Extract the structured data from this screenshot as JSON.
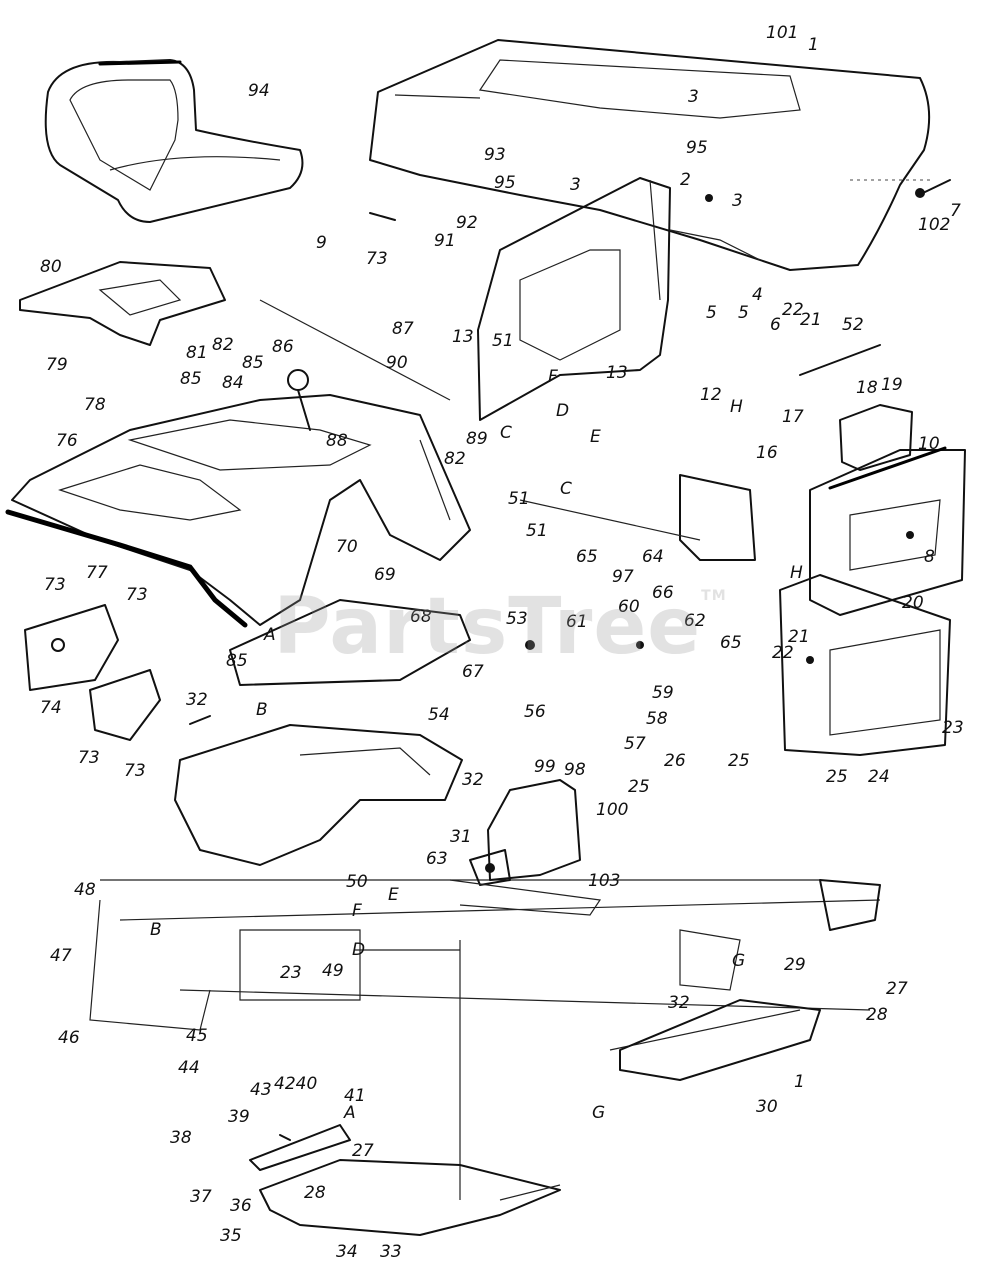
{
  "watermark": {
    "text": "PartsTree",
    "trademark": "TM"
  },
  "callouts": [
    {
      "name": "101",
      "label": "101"
    },
    {
      "name": "1",
      "label": "1"
    },
    {
      "name": "94",
      "label": "94"
    },
    {
      "name": "3a",
      "label": "3"
    },
    {
      "name": "93",
      "label": "93"
    },
    {
      "name": "95a",
      "label": "95"
    },
    {
      "name": "95b",
      "label": "95"
    },
    {
      "name": "3b",
      "label": "3"
    },
    {
      "name": "2",
      "label": "2"
    },
    {
      "name": "3c",
      "label": "3"
    },
    {
      "name": "7",
      "label": "7"
    },
    {
      "name": "102",
      "label": "102"
    },
    {
      "name": "9",
      "label": "9"
    },
    {
      "name": "92",
      "label": "92"
    },
    {
      "name": "91",
      "label": "91"
    },
    {
      "name": "80",
      "label": "80"
    },
    {
      "name": "73a",
      "label": "73"
    },
    {
      "name": "87",
      "label": "87"
    },
    {
      "name": "13a",
      "label": "13"
    },
    {
      "name": "51a",
      "label": "51"
    },
    {
      "name": "5a",
      "label": "5"
    },
    {
      "name": "5b",
      "label": "5"
    },
    {
      "name": "4",
      "label": "4"
    },
    {
      "name": "6",
      "label": "6"
    },
    {
      "name": "22a",
      "label": "22"
    },
    {
      "name": "21a",
      "label": "21"
    },
    {
      "name": "52",
      "label": "52"
    },
    {
      "name": "81",
      "label": "81"
    },
    {
      "name": "82a",
      "label": "82"
    },
    {
      "name": "86",
      "label": "86"
    },
    {
      "name": "79",
      "label": "79"
    },
    {
      "name": "85a",
      "label": "85"
    },
    {
      "name": "90",
      "label": "90"
    },
    {
      "name": "F1",
      "label": "F"
    },
    {
      "name": "13b",
      "label": "13"
    },
    {
      "name": "12",
      "label": "12"
    },
    {
      "name": "H1",
      "label": "H"
    },
    {
      "name": "18",
      "label": "18"
    },
    {
      "name": "19",
      "label": "19"
    },
    {
      "name": "85b",
      "label": "85"
    },
    {
      "name": "84",
      "label": "84"
    },
    {
      "name": "78",
      "label": "78"
    },
    {
      "name": "D1",
      "label": "D"
    },
    {
      "name": "17",
      "label": "17"
    },
    {
      "name": "76",
      "label": "76"
    },
    {
      "name": "88",
      "label": "88"
    },
    {
      "name": "89",
      "label": "89"
    },
    {
      "name": "82b",
      "label": "82"
    },
    {
      "name": "C1",
      "label": "C"
    },
    {
      "name": "E1",
      "label": "E"
    },
    {
      "name": "16",
      "label": "16"
    },
    {
      "name": "10",
      "label": "10"
    },
    {
      "name": "C2",
      "label": "C"
    },
    {
      "name": "51b",
      "label": "51"
    },
    {
      "name": "51c",
      "label": "51"
    },
    {
      "name": "70",
      "label": "70"
    },
    {
      "name": "65a",
      "label": "65"
    },
    {
      "name": "64",
      "label": "64"
    },
    {
      "name": "8",
      "label": "8"
    },
    {
      "name": "73b",
      "label": "73"
    },
    {
      "name": "77",
      "label": "77"
    },
    {
      "name": "69",
      "label": "69"
    },
    {
      "name": "97",
      "label": "97"
    },
    {
      "name": "66",
      "label": "66"
    },
    {
      "name": "H2",
      "label": "H"
    },
    {
      "name": "73c",
      "label": "73"
    },
    {
      "name": "60",
      "label": "60"
    },
    {
      "name": "20",
      "label": "20"
    },
    {
      "name": "68",
      "label": "68"
    },
    {
      "name": "53",
      "label": "53"
    },
    {
      "name": "61",
      "label": "61"
    },
    {
      "name": "62",
      "label": "62"
    },
    {
      "name": "A1",
      "label": "A"
    },
    {
      "name": "21b",
      "label": "21"
    },
    {
      "name": "65b",
      "label": "65"
    },
    {
      "name": "85c",
      "label": "85"
    },
    {
      "name": "67",
      "label": "67"
    },
    {
      "name": "22b",
      "label": "22"
    },
    {
      "name": "59",
      "label": "59"
    },
    {
      "name": "74",
      "label": "74"
    },
    {
      "name": "32a",
      "label": "32"
    },
    {
      "name": "B1",
      "label": "B"
    },
    {
      "name": "54",
      "label": "54"
    },
    {
      "name": "56",
      "label": "56"
    },
    {
      "name": "58",
      "label": "58"
    },
    {
      "name": "23a",
      "label": "23"
    },
    {
      "name": "57",
      "label": "57"
    },
    {
      "name": "73d",
      "label": "73"
    },
    {
      "name": "73e",
      "label": "73"
    },
    {
      "name": "26",
      "label": "26"
    },
    {
      "name": "25a",
      "label": "25"
    },
    {
      "name": "32b",
      "label": "32"
    },
    {
      "name": "99",
      "label": "99"
    },
    {
      "name": "98",
      "label": "98"
    },
    {
      "name": "25b",
      "label": "25"
    },
    {
      "name": "24",
      "label": "24"
    },
    {
      "name": "25c",
      "label": "25"
    },
    {
      "name": "100",
      "label": "100"
    },
    {
      "name": "31",
      "label": "31"
    },
    {
      "name": "63",
      "label": "63"
    },
    {
      "name": "103",
      "label": "103"
    },
    {
      "name": "48",
      "label": "48"
    },
    {
      "name": "50",
      "label": "50"
    },
    {
      "name": "E2",
      "label": "E"
    },
    {
      "name": "F2",
      "label": "F"
    },
    {
      "name": "B2",
      "label": "B"
    },
    {
      "name": "D2",
      "label": "D"
    },
    {
      "name": "G1",
      "label": "G"
    },
    {
      "name": "47",
      "label": "47"
    },
    {
      "name": "29",
      "label": "29"
    },
    {
      "name": "23b",
      "label": "23"
    },
    {
      "name": "49",
      "label": "49"
    },
    {
      "name": "27a",
      "label": "27"
    },
    {
      "name": "28a",
      "label": "28"
    },
    {
      "name": "32c",
      "label": "32"
    },
    {
      "name": "46",
      "label": "46"
    },
    {
      "name": "45",
      "label": "45"
    },
    {
      "name": "44",
      "label": "44"
    },
    {
      "name": "43",
      "label": "43"
    },
    {
      "name": "4240",
      "label": "4240"
    },
    {
      "name": "1b",
      "label": "1"
    },
    {
      "name": "30",
      "label": "30"
    },
    {
      "name": "41",
      "label": "41"
    },
    {
      "name": "A2",
      "label": "A"
    },
    {
      "name": "G2",
      "label": "G"
    },
    {
      "name": "39",
      "label": "39"
    },
    {
      "name": "38",
      "label": "38"
    },
    {
      "name": "27b",
      "label": "27"
    },
    {
      "name": "28b",
      "label": "28"
    },
    {
      "name": "37",
      "label": "37"
    },
    {
      "name": "36",
      "label": "36"
    },
    {
      "name": "35",
      "label": "35"
    },
    {
      "name": "34",
      "label": "34"
    },
    {
      "name": "33",
      "label": "33"
    }
  ]
}
